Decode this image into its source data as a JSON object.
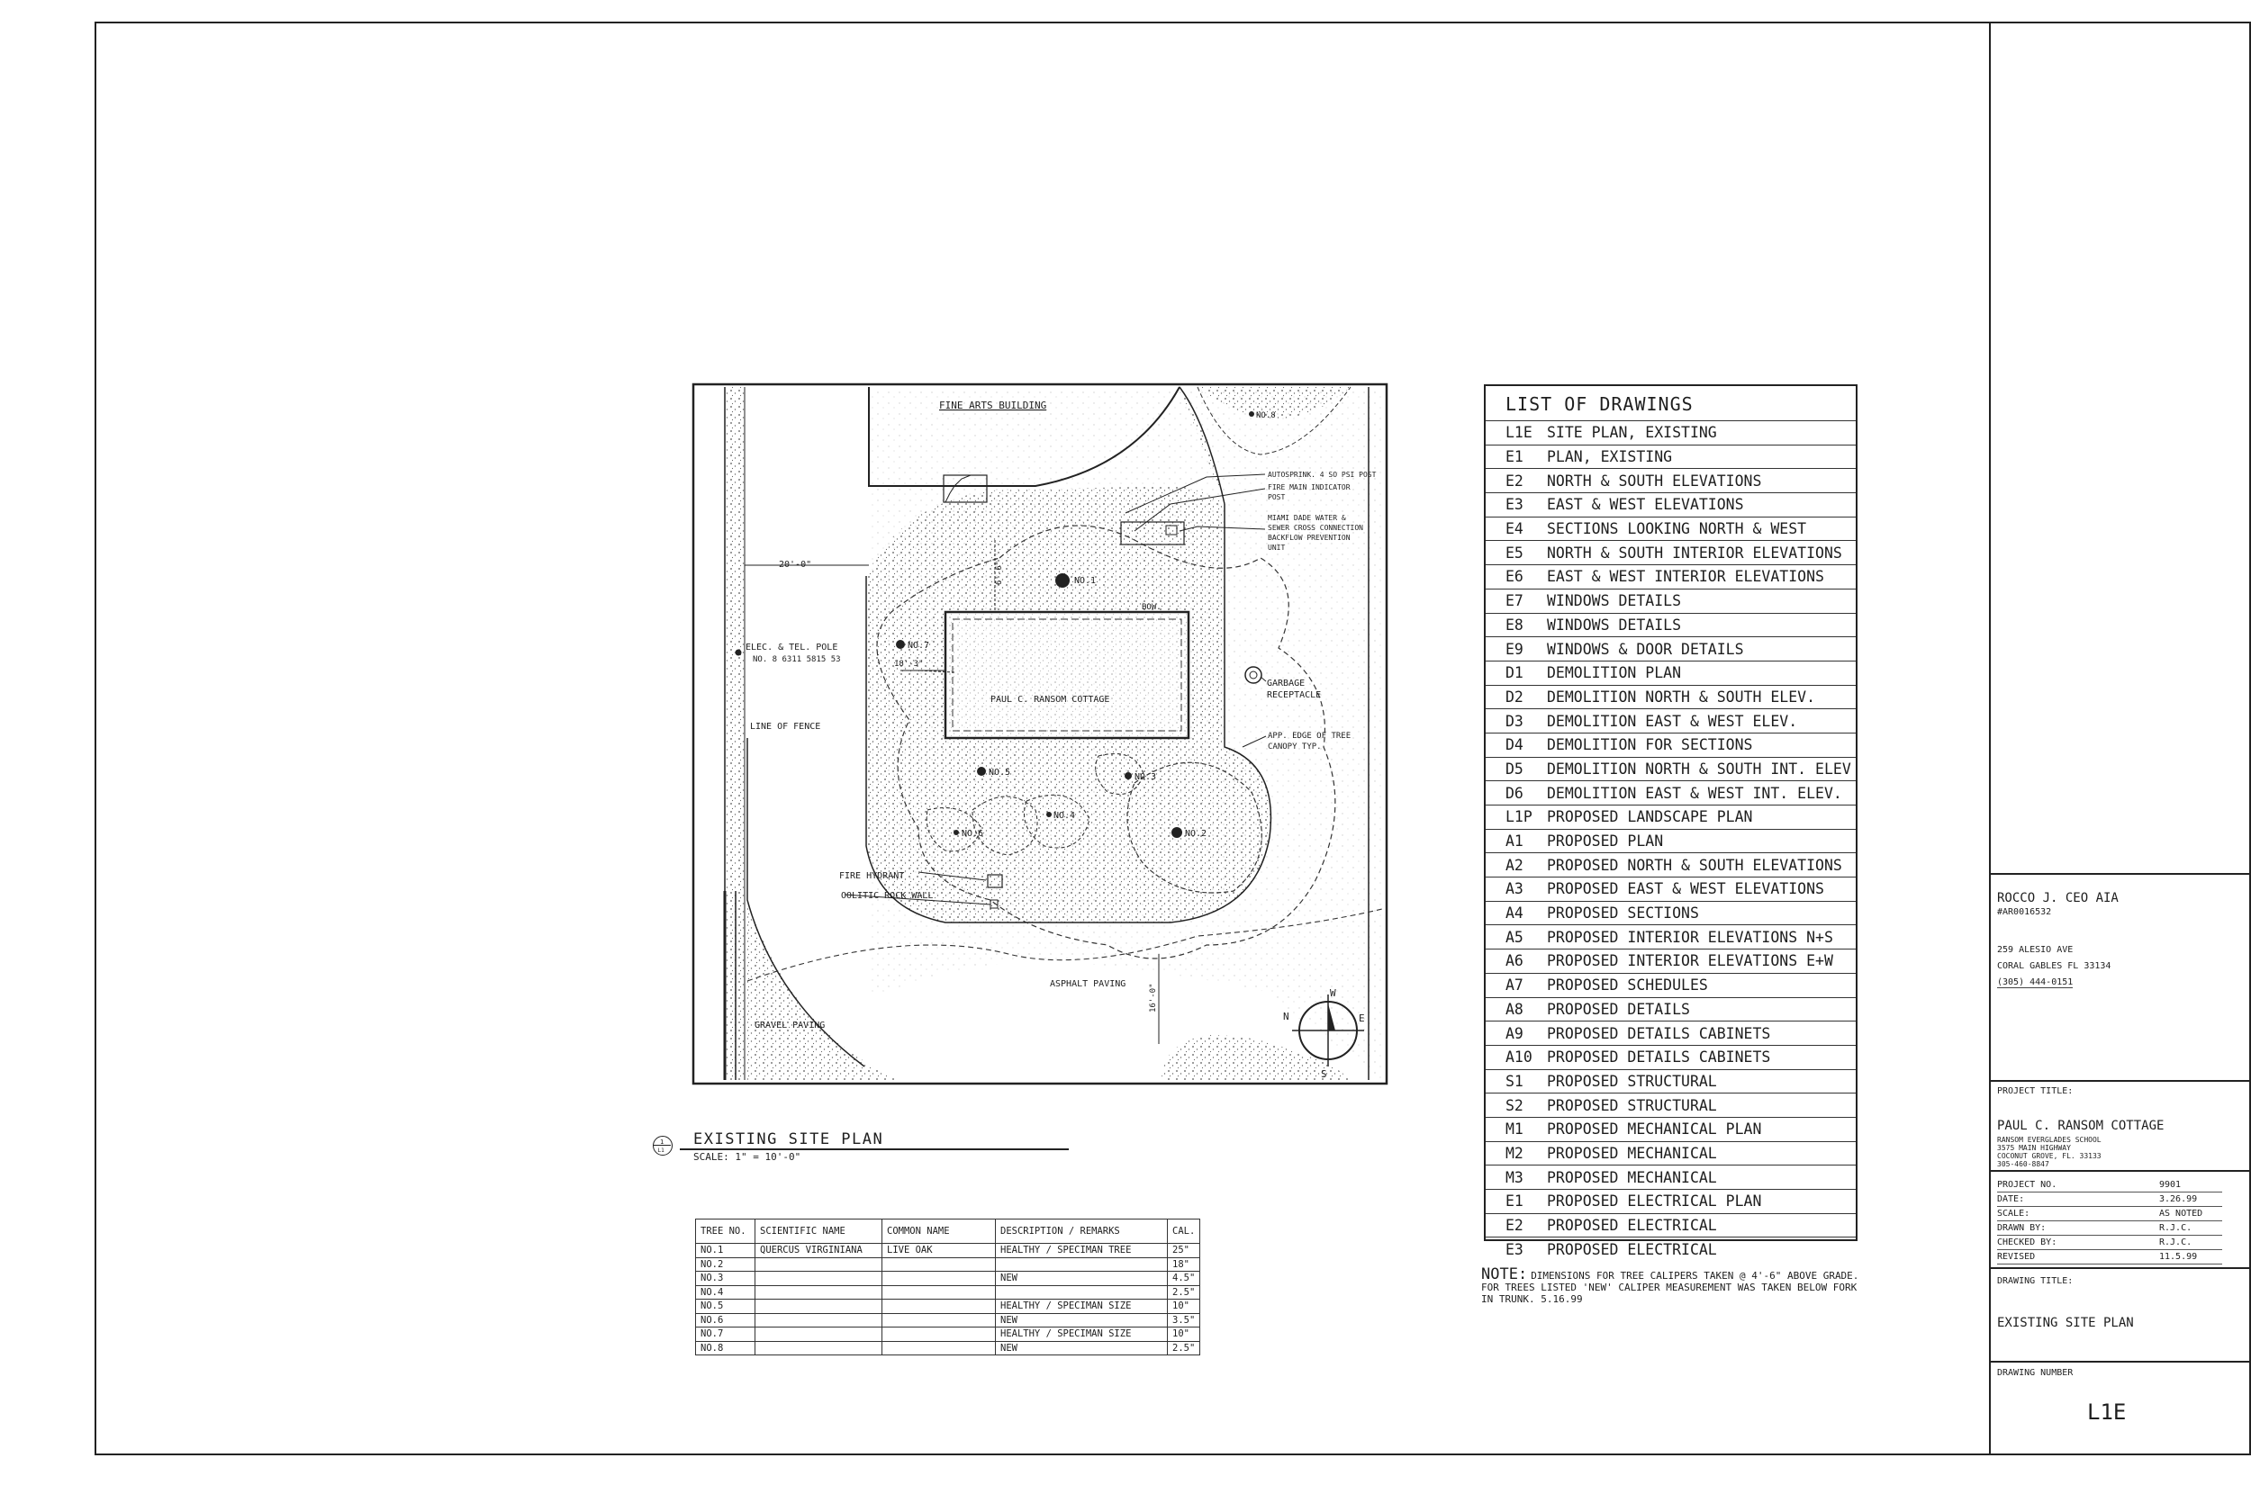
{
  "site_plan": {
    "labels": {
      "fine_arts": "FINE ARTS BUILDING",
      "cottage": "PAUL C. RANSOM COTTAGE",
      "dim_20": "20'-0\"",
      "dim_18": "18'-3\"",
      "dim_6": "6'-6\"",
      "dim_16": "16'-0\"",
      "bow": "BOW.",
      "elec_pole": [
        "ELEC. & TEL. POLE",
        "NO. 8 6311 5815 53"
      ],
      "fence": "LINE OF FENCE",
      "garbage": [
        "GARBAGE",
        "RECEPTACLE"
      ],
      "canopy": [
        "APP. EDGE OF TREE",
        "CANOPY TYP."
      ],
      "hydrant": "FIRE HYDRANT",
      "rock_wall": "OOLITIC ROCK WALL",
      "asphalt": "ASPHALT PAVING",
      "gravel": "GRAVEL PAVING",
      "callout_top": [
        "AUTOSPRINK. 4 SO PSI POST",
        "FIRE MAIN INDICATOR",
        "POST"
      ],
      "callout_water": [
        "MIAMI DADE WATER &",
        "SEWER CROSS CONNECTION",
        "BACKFLOW PREVENTION",
        "UNIT"
      ],
      "trees": [
        "NO.1",
        "NO.2",
        "NO.3",
        "NO.4",
        "NO.5",
        "NO.6",
        "NO.7",
        "NO.8"
      ],
      "compass": [
        "N",
        "S",
        "E",
        "W"
      ]
    },
    "caption_title": "EXISTING SITE PLAN",
    "caption_scale": "SCALE: 1\" = 10'-0\"",
    "caption_ref": [
      "1",
      "L1"
    ]
  },
  "list_of_drawings": {
    "title": "LIST OF DRAWINGS",
    "rows": [
      {
        "code": "L1E",
        "name": "SITE PLAN, EXISTING"
      },
      {
        "code": "E1",
        "name": "PLAN, EXISTING"
      },
      {
        "code": "E2",
        "name": "NORTH & SOUTH ELEVATIONS"
      },
      {
        "code": "E3",
        "name": "EAST & WEST ELEVATIONS"
      },
      {
        "code": "E4",
        "name": "SECTIONS LOOKING NORTH & WEST"
      },
      {
        "code": "E5",
        "name": "NORTH & SOUTH INTERIOR ELEVATIONS"
      },
      {
        "code": "E6",
        "name": "EAST & WEST INTERIOR ELEVATIONS"
      },
      {
        "code": "E7",
        "name": "WINDOWS DETAILS"
      },
      {
        "code": "E8",
        "name": "WINDOWS DETAILS"
      },
      {
        "code": "E9",
        "name": "WINDOWS & DOOR DETAILS"
      },
      {
        "code": "D1",
        "name": "DEMOLITION PLAN"
      },
      {
        "code": "D2",
        "name": "DEMOLITION NORTH & SOUTH ELEV."
      },
      {
        "code": "D3",
        "name": "DEMOLITION EAST & WEST ELEV."
      },
      {
        "code": "D4",
        "name": "DEMOLITION FOR SECTIONS"
      },
      {
        "code": "D5",
        "name": "DEMOLITION NORTH & SOUTH INT. ELEV"
      },
      {
        "code": "D6",
        "name": "DEMOLITION EAST & WEST INT. ELEV."
      },
      {
        "code": "L1P",
        "name": "PROPOSED LANDSCAPE PLAN"
      },
      {
        "code": "A1",
        "name": "PROPOSED PLAN"
      },
      {
        "code": "A2",
        "name": "PROPOSED NORTH & SOUTH ELEVATIONS"
      },
      {
        "code": "A3",
        "name": "PROPOSED EAST & WEST ELEVATIONS"
      },
      {
        "code": "A4",
        "name": "PROPOSED SECTIONS"
      },
      {
        "code": "A5",
        "name": "PROPOSED INTERIOR ELEVATIONS N+S"
      },
      {
        "code": "A6",
        "name": "PROPOSED INTERIOR ELEVATIONS E+W"
      },
      {
        "code": "A7",
        "name": "PROPOSED SCHEDULES"
      },
      {
        "code": "A8",
        "name": "PROPOSED DETAILS"
      },
      {
        "code": "A9",
        "name": "PROPOSED DETAILS CABINETS"
      },
      {
        "code": "A10",
        "name": "PROPOSED DETAILS CABINETS"
      },
      {
        "code": "S1",
        "name": "PROPOSED STRUCTURAL"
      },
      {
        "code": "S2",
        "name": "PROPOSED STRUCTURAL"
      },
      {
        "code": "M1",
        "name": "PROPOSED MECHANICAL PLAN"
      },
      {
        "code": "M2",
        "name": "PROPOSED MECHANICAL"
      },
      {
        "code": "M3",
        "name": "PROPOSED MECHANICAL"
      },
      {
        "code": "E1",
        "name": "PROPOSED ELECTRICAL PLAN"
      },
      {
        "code": "E2",
        "name": "PROPOSED ELECTRICAL"
      },
      {
        "code": "E3",
        "name": "PROPOSED ELECTRICAL"
      }
    ]
  },
  "note": {
    "label": "NOTE:",
    "text": "DIMENSIONS FOR TREE CALIPERS TAKEN @ 4'-6\" ABOVE GRADE. FOR TREES LISTED 'NEW' CALIPER MEASUREMENT WAS TAKEN BELOW FORK IN TRUNK. 5.16.99"
  },
  "tree_table": {
    "headers": [
      "TREE NO.",
      "SCIENTIFIC NAME",
      "COMMON NAME",
      "DESCRIPTION / REMARKS",
      "CAL."
    ],
    "rows": [
      [
        "NO.1",
        "QUERCUS VIRGINIANA",
        "LIVE OAK",
        "HEALTHY / SPECIMAN TREE",
        "25\""
      ],
      [
        "NO.2",
        "",
        "",
        "",
        "18\""
      ],
      [
        "NO.3",
        "",
        "",
        "NEW",
        "4.5\""
      ],
      [
        "NO.4",
        "",
        "",
        "",
        "2.5\""
      ],
      [
        "NO.5",
        "",
        "",
        "HEALTHY / SPECIMAN SIZE",
        "10\""
      ],
      [
        "NO.6",
        "",
        "",
        "NEW",
        "3.5\""
      ],
      [
        "NO.7",
        "",
        "",
        "HEALTHY / SPECIMAN SIZE",
        "10\""
      ],
      [
        "NO.8",
        "",
        "",
        "NEW",
        "2.5\""
      ]
    ]
  },
  "title_block": {
    "architect": "ROCCO J. CEO AIA",
    "license": "#AR0016532",
    "address1": "259 ALESIO AVE",
    "address2": "CORAL GABLES FL 33134",
    "phone": "(305) 444-0151",
    "project_title_label": "PROJECT TITLE:",
    "project_title": "PAUL C. RANSOM COTTAGE",
    "project_lines": [
      "RANSOM EVERGLADES SCHOOL",
      "3575 MAIN HIGHWAY",
      "COCONUT GROVE, FL. 33133",
      "305-460-8847"
    ],
    "fields": [
      {
        "label": "PROJECT NO.",
        "value": "9901"
      },
      {
        "label": "DATE:",
        "value": "3.26.99"
      },
      {
        "label": "SCALE:",
        "value": "AS NOTED"
      },
      {
        "label": "DRAWN BY:",
        "value": "R.J.C."
      },
      {
        "label": "CHECKED BY:",
        "value": "R.J.C."
      },
      {
        "label": "REVISED",
        "value": "11.5.99"
      }
    ],
    "drawing_title_label": "DRAWING TITLE:",
    "drawing_title": "EXISTING SITE PLAN",
    "drawing_number_label": "DRAWING NUMBER",
    "drawing_number": "L1E"
  }
}
